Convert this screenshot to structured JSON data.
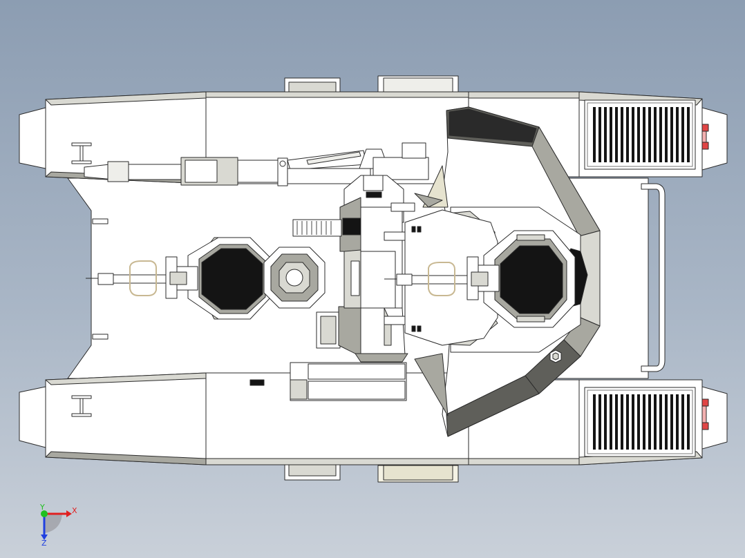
{
  "viewport": {
    "background_top": "#8c9db2",
    "background_bottom": "#c9d0d9"
  },
  "model": {
    "view": "top",
    "fill_color": "#ffffff",
    "edge_color": "#2a2a2a",
    "shade_light": "#d9d9d2",
    "shade_mid": "#a8a8a0",
    "shade_dark": "#5f5f5a",
    "window_color": "#141414",
    "accent_red": "#e04545"
  },
  "triad": {
    "x_label": "X",
    "y_label": "Y",
    "z_label": "Z",
    "x_color": "#e02020",
    "y_color": "#20c020",
    "z_color": "#2040e0"
  }
}
